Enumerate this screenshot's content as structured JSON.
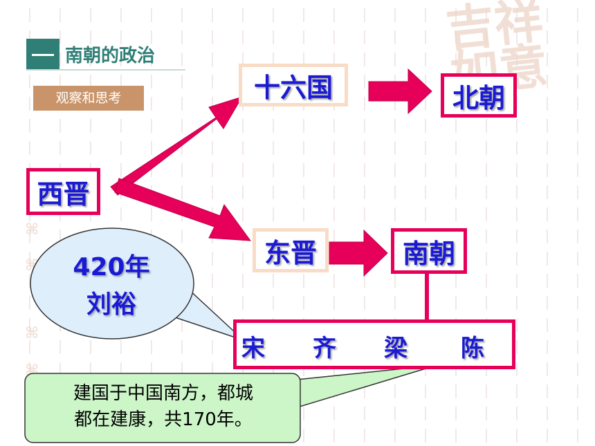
{
  "title": {
    "text": "南朝的政治"
  },
  "tag": {
    "text": "观察和思考"
  },
  "nodes": {
    "xijin": "西晋",
    "shiliuguo": "十六国",
    "beichao": "北朝",
    "dongjin": "东晋",
    "nanchao": "南朝"
  },
  "dynasties": [
    "宋",
    "齐",
    "梁",
    "陈"
  ],
  "bubble": {
    "line1": "420年",
    "line2": "刘裕"
  },
  "callout": {
    "line1": "建国于中国南方，都城",
    "line2": "都在建康，共170年。"
  },
  "seal": {
    "text": "吉祥如意"
  },
  "colors": {
    "arrow": "#e6005a",
    "node_text": "#1a1ad4",
    "accent": "#2f7f77",
    "pink_border": "#e6005a",
    "peach_border": "#f8dcc6",
    "bubble_fill": "#dfeefb",
    "callout_fill": "#ccf5c8"
  }
}
